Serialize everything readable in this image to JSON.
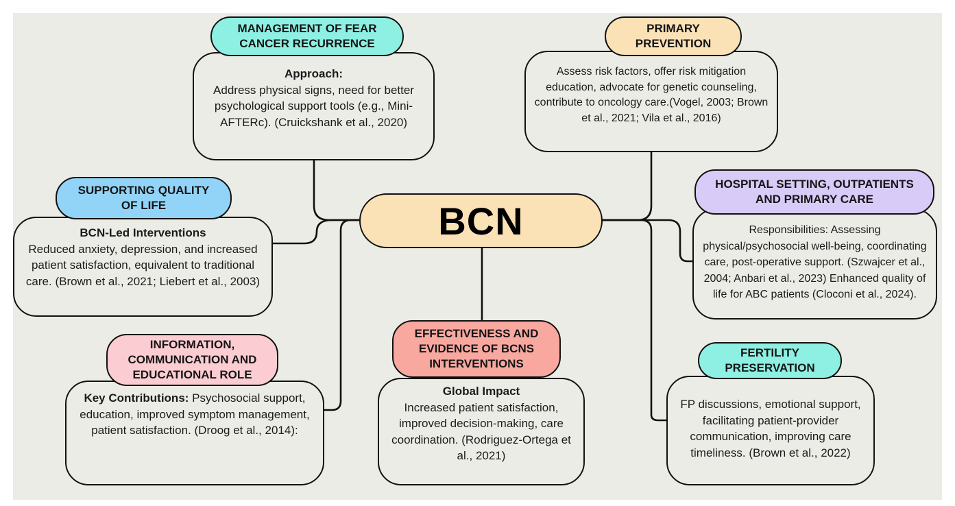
{
  "center": {
    "label": "BCN",
    "color": "#fae1b6"
  },
  "nodes": {
    "fear": {
      "title": "MANAGEMENT OF FEAR CANCER RECURRENCE",
      "title_lines": [
        "MANAGEMENT OF FEAR",
        "CANCER RECURRENCE"
      ],
      "color": "#8ef0e3",
      "subtitle": "Approach:",
      "text": "Address physical signs, need for better psychological support tools (e.g., Mini-AFTERc). (Cruickshank et al., 2020)"
    },
    "prevention": {
      "title": "PRIMARY PREVENTION",
      "title_lines": [
        "PRIMARY",
        "PREVENTION"
      ],
      "color": "#fae1b6",
      "subtitle": "",
      "text": "Assess risk factors, offer risk mitigation education, advocate for genetic counseling, contribute to oncology care.(Vogel, 2003; Brown et al., 2021; Vila et al., 2016)"
    },
    "quality": {
      "title": "SUPPORTING QUALITY OF LIFE",
      "title_lines": [
        "SUPPORTING QUALITY",
        "OF LIFE"
      ],
      "color": "#92d4f7",
      "subtitle": "BCN-Led Interventions",
      "text": "Reduced anxiety, depression, and increased patient satisfaction, equivalent to traditional care. (Brown et al., 2021; Liebert et al., 2003)"
    },
    "hospital": {
      "title": "HOSPITAL SETTING, OUTPATIENTS AND PRIMARY CARE",
      "title_lines": [
        "HOSPITAL SETTING, OUTPATIENTS",
        "AND PRIMARY CARE"
      ],
      "color": "#d8cbf7",
      "subtitle": "",
      "text": "Responsibilities: Assessing physical/psychosocial well-being, coordinating care, post-operative support. (Szwajcer et al., 2004; Anbari et al., 2023) Enhanced quality of life for ABC patients (Cloconi et al., 2024)."
    },
    "information": {
      "title": "INFORMATION, COMMUNICATION AND EDUCATIONAL ROLE",
      "title_lines": [
        "INFORMATION,",
        "COMMUNICATION AND",
        "EDUCATIONAL ROLE"
      ],
      "color": "#fbcdd2",
      "subtitle": "Key Contributions:",
      "text": "Psychosocial support, education, improved symptom management, patient satisfaction. (Droog et al., 2014):"
    },
    "effectiveness": {
      "title": "EFFECTIVENESS AND EVIDENCE OF BCNS INTERVENTIONS",
      "title_lines": [
        "EFFECTIVENESS AND",
        "EVIDENCE OF BCNS",
        "INTERVENTIONS"
      ],
      "color": "#f9a8a0",
      "subtitle": "Global Impact",
      "text": "Increased patient satisfaction, improved decision-making, care coordination. (Rodriguez-Ortega et al., 2021)"
    },
    "fertility": {
      "title": "FERTILITY PRESERVATION",
      "title_lines": [
        "FERTILITY",
        "PRESERVATION"
      ],
      "color": "#8ef0e3",
      "subtitle": "",
      "text": "FP discussions, emotional support, facilitating patient-provider communication, improving care timeliness. (Brown et al., 2022)"
    }
  }
}
